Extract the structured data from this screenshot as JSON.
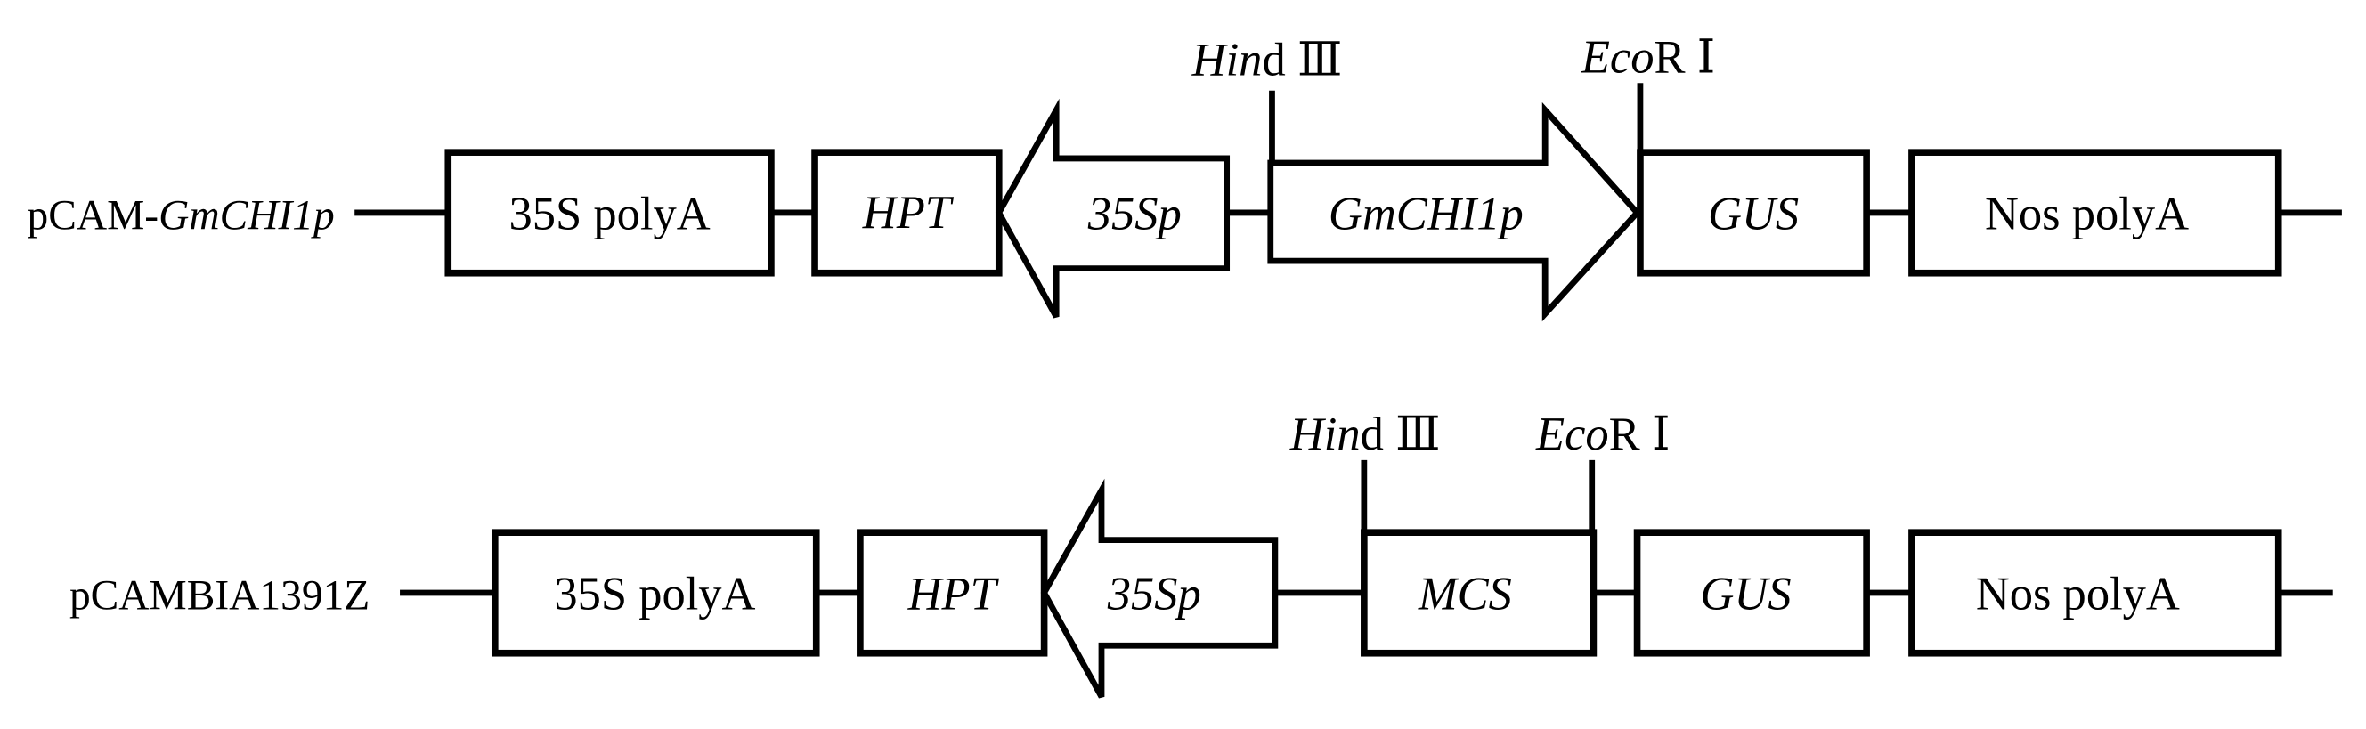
{
  "constructs": [
    {
      "label": {
        "prefix": "pCAM-",
        "italic": "GmCHI1p"
      },
      "parts": {
        "polya_35s": "35S polyA",
        "hpt": "HPT",
        "promoter_35sp": "35Sp",
        "insert": "GmCHI1p",
        "gus": "GUS",
        "nos_polya": "Nos polyA"
      },
      "sites": {
        "hind": {
          "italic": "Hin",
          "rest": "d Ⅲ"
        },
        "ecor": {
          "italic": "Eco",
          "rest": "R Ⅰ"
        }
      }
    },
    {
      "label": {
        "prefix": "pCAMBIA1391Z"
      },
      "parts": {
        "polya_35s": "35S polyA",
        "hpt": "HPT",
        "promoter_35sp": "35Sp",
        "insert": "MCS",
        "gus": "GUS",
        "nos_polya": "Nos polyA"
      },
      "sites": {
        "hind": {
          "italic": "Hin",
          "rest": "d Ⅲ"
        },
        "ecor": {
          "italic": "Eco",
          "rest": "R Ⅰ"
        }
      }
    }
  ]
}
